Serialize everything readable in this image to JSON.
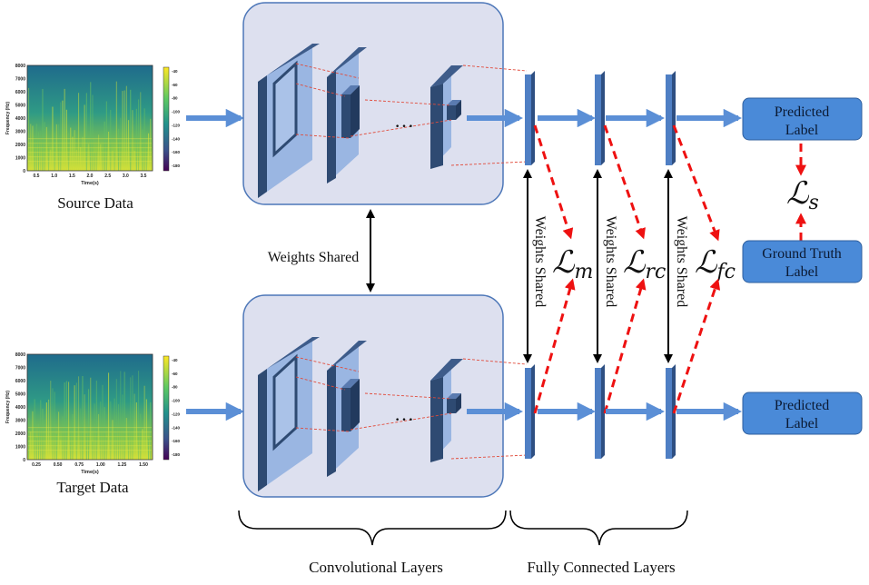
{
  "inputs": {
    "source": {
      "caption": "Source Data",
      "y_axis_label": "Frequency (Hz)",
      "x_axis_label": "Time(s)",
      "y_ticks": [
        "8000",
        "7000",
        "6000",
        "5000",
        "4000",
        "3000",
        "2000",
        "1000",
        "0"
      ],
      "x_ticks": [
        "0.5",
        "1.0",
        "1.5",
        "2.0",
        "2.5",
        "3.0",
        "3.5"
      ],
      "colorbar_ticks": [
        "-40",
        "-60",
        "-80",
        "-100",
        "-120",
        "-140",
        "-160",
        "-180"
      ]
    },
    "target": {
      "caption": "Target Data",
      "y_axis_label": "Frequency (Hz)",
      "x_axis_label": "Time(s)",
      "y_ticks": [
        "8000",
        "7000",
        "6000",
        "5000",
        "4000",
        "3000",
        "2000",
        "1000",
        "0"
      ],
      "x_ticks": [
        "0.25",
        "0.50",
        "0.75",
        "1.00",
        "1.25",
        "1.50"
      ],
      "colorbar_ticks": [
        "-40",
        "-60",
        "-80",
        "-100",
        "-120",
        "-140",
        "-160",
        "-180"
      ]
    }
  },
  "conv": {
    "ellipsis": "…",
    "weights_shared": "Weights Shared",
    "group_label": "Convolutional Layers"
  },
  "fc": {
    "weights_shared": [
      "Weights Shared",
      "Weights Shared",
      "Weights Shared"
    ],
    "group_label": "Fully Connected Layers"
  },
  "losses": {
    "m": {
      "base": "ℒ",
      "sub": "m"
    },
    "rc": {
      "base": "ℒ",
      "sub": "rc"
    },
    "fc": {
      "base": "ℒ",
      "sub": "fc"
    },
    "s": {
      "base": "ℒ",
      "sub": "s"
    }
  },
  "outputs": {
    "top": {
      "line1": "Predicted",
      "line2": "Label"
    },
    "ground": {
      "line1": "Ground Truth",
      "line2": "Label"
    },
    "bottom": {
      "line1": "Predicted",
      "line2": "Label"
    }
  },
  "colors": {
    "arrow": "#5b8fd6",
    "panel": "#dde0ef",
    "layer_dark": "#2e4a72",
    "layer_light": "#aac2e8",
    "fc_bar": "#4f7fc4",
    "label_box": "#4a8ad8",
    "red_dash": "#ee1111"
  }
}
